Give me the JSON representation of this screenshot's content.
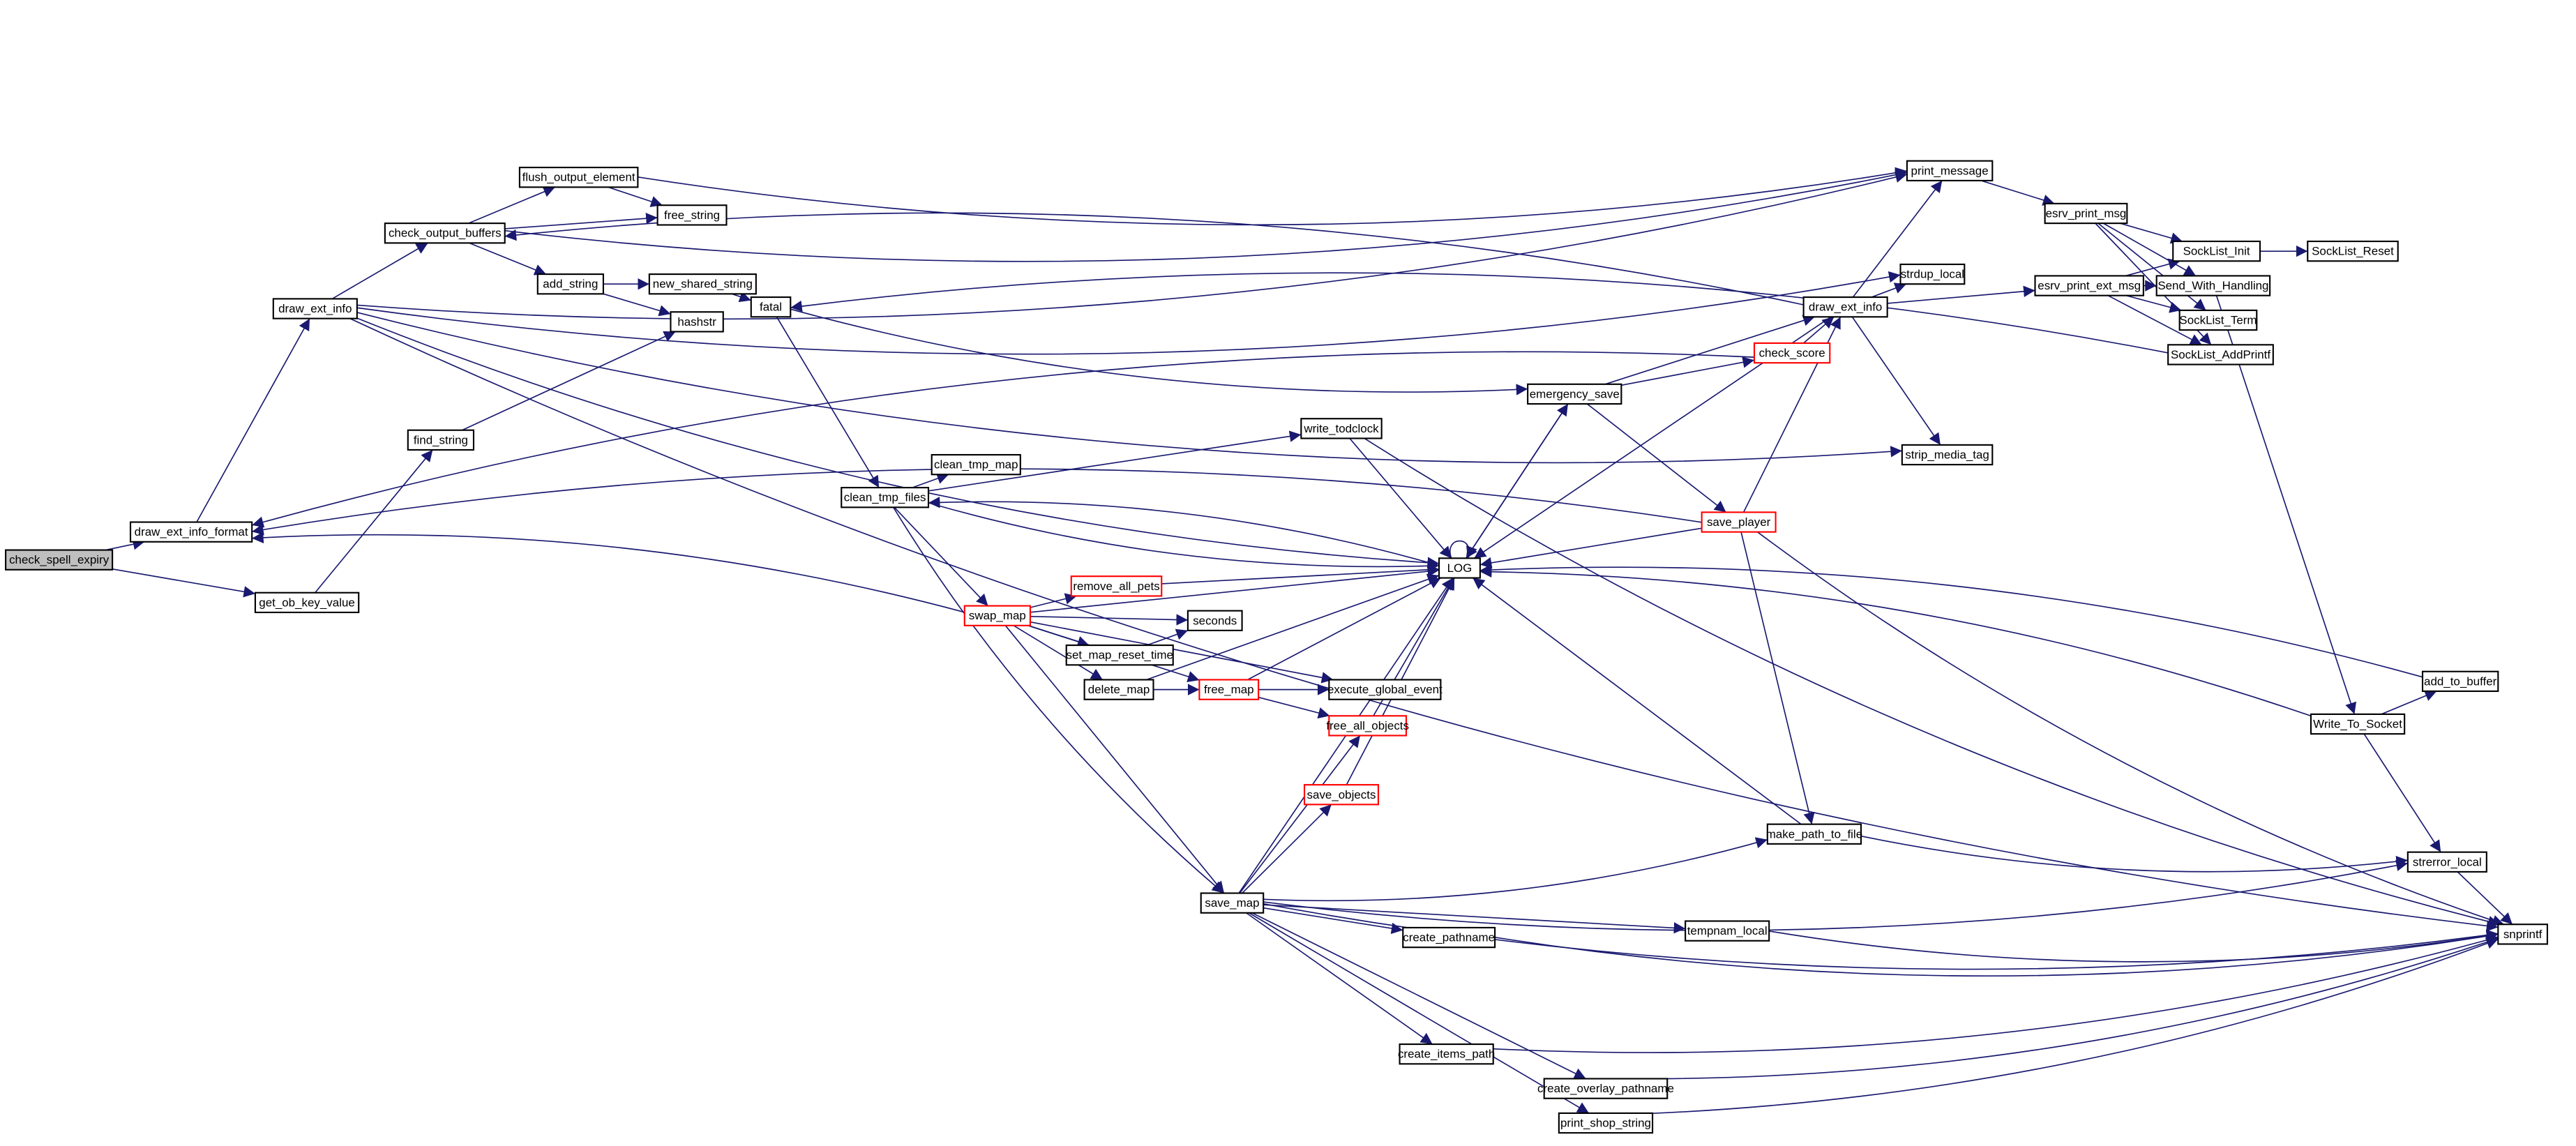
{
  "colors": {
    "edge": "#191970",
    "root_fill": "#bfbfbf",
    "red_border": "#ff0000",
    "normal_border": "#000000"
  },
  "nodes": [
    {
      "id": "check_spell_expiry",
      "label": "check_spell_expiry",
      "style": "root"
    },
    {
      "id": "draw_ext_info_format",
      "label": "draw_ext_info_format",
      "style": "normal"
    },
    {
      "id": "get_ob_key_value",
      "label": "get_ob_key_value",
      "style": "normal"
    },
    {
      "id": "draw_ext_info",
      "label": "draw_ext_info",
      "style": "normal"
    },
    {
      "id": "find_string",
      "label": "find_string",
      "style": "normal"
    },
    {
      "id": "check_output_buffers",
      "label": "check_output_buffers",
      "style": "normal"
    },
    {
      "id": "flush_output_element",
      "label": "flush_output_element",
      "style": "normal"
    },
    {
      "id": "free_string",
      "label": "free_string",
      "style": "normal"
    },
    {
      "id": "add_string",
      "label": "add_string",
      "style": "normal"
    },
    {
      "id": "new_shared_string",
      "label": "new_shared_string",
      "style": "normal"
    },
    {
      "id": "hashstr",
      "label": "hashstr",
      "style": "normal"
    },
    {
      "id": "fatal",
      "label": "fatal",
      "style": "normal"
    },
    {
      "id": "clean_tmp_files",
      "label": "clean_tmp_files",
      "style": "normal"
    },
    {
      "id": "clean_tmp_map",
      "label": "clean_tmp_map",
      "style": "normal"
    },
    {
      "id": "write_todclock",
      "label": "write_todclock",
      "style": "normal"
    },
    {
      "id": "swap_map",
      "label": "swap_map",
      "style": "red"
    },
    {
      "id": "remove_all_pets",
      "label": "remove_all_pets",
      "style": "red"
    },
    {
      "id": "seconds",
      "label": "seconds",
      "style": "normal"
    },
    {
      "id": "set_map_reset_time",
      "label": "set_map_reset_time",
      "style": "normal"
    },
    {
      "id": "delete_map",
      "label": "delete_map",
      "style": "normal"
    },
    {
      "id": "free_map",
      "label": "free_map",
      "style": "red"
    },
    {
      "id": "execute_global_event",
      "label": "execute_global_event",
      "style": "normal"
    },
    {
      "id": "free_all_objects",
      "label": "free_all_objects",
      "style": "red"
    },
    {
      "id": "save_objects",
      "label": "save_objects",
      "style": "red"
    },
    {
      "id": "save_map",
      "label": "save_map",
      "style": "normal"
    },
    {
      "id": "LOG",
      "label": "LOG",
      "style": "normal"
    },
    {
      "id": "emergency_save",
      "label": "emergency_save",
      "style": "normal"
    },
    {
      "id": "check_score",
      "label": "check_score",
      "style": "red"
    },
    {
      "id": "save_player",
      "label": "save_player",
      "style": "red"
    },
    {
      "id": "draw_ext_info_2",
      "label": "draw_ext_info",
      "style": "normal"
    },
    {
      "id": "strdup_local",
      "label": "strdup_local",
      "style": "normal"
    },
    {
      "id": "strip_media_tag",
      "label": "strip_media_tag",
      "style": "normal"
    },
    {
      "id": "print_message",
      "label": "print_message",
      "style": "normal"
    },
    {
      "id": "esrv_print_msg",
      "label": "esrv_print_msg",
      "style": "normal"
    },
    {
      "id": "esrv_print_ext_msg",
      "label": "esrv_print_ext_msg",
      "style": "normal"
    },
    {
      "id": "SockList_Init",
      "label": "SockList_Init",
      "style": "normal"
    },
    {
      "id": "SockList_Reset",
      "label": "SockList_Reset",
      "style": "normal"
    },
    {
      "id": "Send_With_Handling",
      "label": "Send_With_Handling",
      "style": "normal"
    },
    {
      "id": "SockList_Term",
      "label": "SockList_Term",
      "style": "normal"
    },
    {
      "id": "SockList_AddPrintf",
      "label": "SockList_AddPrintf",
      "style": "normal"
    },
    {
      "id": "add_to_buffer",
      "label": "add_to_buffer",
      "style": "normal"
    },
    {
      "id": "Write_To_Socket",
      "label": "Write_To_Socket",
      "style": "normal"
    },
    {
      "id": "strerror_local",
      "label": "strerror_local",
      "style": "normal"
    },
    {
      "id": "snprintf",
      "label": "snprintf",
      "style": "normal"
    },
    {
      "id": "make_path_to_file",
      "label": "make_path_to_file",
      "style": "normal"
    },
    {
      "id": "create_pathname",
      "label": "create_pathname",
      "style": "normal"
    },
    {
      "id": "tempnam_local",
      "label": "tempnam_local",
      "style": "normal"
    },
    {
      "id": "create_items_path",
      "label": "create_items_path",
      "style": "normal"
    },
    {
      "id": "create_overlay_pathname",
      "label": "create_overlay_pathname",
      "style": "normal"
    },
    {
      "id": "print_shop_string",
      "label": "print_shop_string",
      "style": "normal"
    }
  ],
  "edges": [
    [
      "check_spell_expiry",
      "draw_ext_info_format"
    ],
    [
      "check_spell_expiry",
      "get_ob_key_value"
    ],
    [
      "draw_ext_info_format",
      "draw_ext_info"
    ],
    [
      "get_ob_key_value",
      "find_string"
    ],
    [
      "find_string",
      "hashstr"
    ],
    [
      "draw_ext_info",
      "check_output_buffers"
    ],
    [
      "draw_ext_info",
      "print_message"
    ],
    [
      "draw_ext_info",
      "snprintf"
    ],
    [
      "draw_ext_info",
      "strdup_local"
    ],
    [
      "draw_ext_info",
      "LOG"
    ],
    [
      "draw_ext_info",
      "strip_media_tag"
    ],
    [
      "check_output_buffers",
      "flush_output_element"
    ],
    [
      "check_output_buffers",
      "free_string"
    ],
    [
      "check_output_buffers",
      "add_string"
    ],
    [
      "check_output_buffers",
      "print_message"
    ],
    [
      "flush_output_element",
      "free_string"
    ],
    [
      "flush_output_element",
      "print_message"
    ],
    [
      "add_string",
      "new_shared_string"
    ],
    [
      "add_string",
      "hashstr"
    ],
    [
      "new_shared_string",
      "fatal"
    ],
    [
      "fatal",
      "clean_tmp_files"
    ],
    [
      "fatal",
      "emergency_save"
    ],
    [
      "clean_tmp_files",
      "clean_tmp_map"
    ],
    [
      "clean_tmp_files",
      "write_todclock"
    ],
    [
      "clean_tmp_files",
      "LOG"
    ],
    [
      "clean_tmp_files",
      "swap_map"
    ],
    [
      "clean_tmp_files",
      "save_map"
    ],
    [
      "LOG",
      "clean_tmp_files"
    ],
    [
      "swap_map",
      "draw_ext_info_format"
    ],
    [
      "swap_map",
      "LOG"
    ],
    [
      "swap_map",
      "remove_all_pets"
    ],
    [
      "swap_map",
      "seconds"
    ],
    [
      "swap_map",
      "set_map_reset_time"
    ],
    [
      "swap_map",
      "delete_map"
    ],
    [
      "swap_map",
      "free_map"
    ],
    [
      "swap_map",
      "execute_global_event"
    ],
    [
      "swap_map",
      "save_map"
    ],
    [
      "set_map_reset_time",
      "seconds"
    ],
    [
      "remove_all_pets",
      "LOG"
    ],
    [
      "delete_map",
      "free_map"
    ],
    [
      "delete_map",
      "LOG"
    ],
    [
      "free_map",
      "execute_global_event"
    ],
    [
      "free_map",
      "free_all_objects"
    ],
    [
      "free_map",
      "LOG"
    ],
    [
      "free_all_objects",
      "LOG"
    ],
    [
      "save_objects",
      "LOG"
    ],
    [
      "save_map",
      "free_all_objects"
    ],
    [
      "save_map",
      "save_objects"
    ],
    [
      "save_map",
      "LOG"
    ],
    [
      "save_map",
      "make_path_to_file"
    ],
    [
      "save_map",
      "strerror_local"
    ],
    [
      "save_map",
      "create_pathname"
    ],
    [
      "save_map",
      "tempnam_local"
    ],
    [
      "save_map",
      "snprintf"
    ],
    [
      "save_map",
      "create_items_path"
    ],
    [
      "save_map",
      "create_overlay_pathname"
    ],
    [
      "save_map",
      "print_shop_string"
    ],
    [
      "write_todclock",
      "LOG"
    ],
    [
      "write_todclock",
      "snprintf"
    ],
    [
      "LOG",
      "LOG"
    ],
    [
      "LOG",
      "emergency_save"
    ],
    [
      "emergency_save",
      "LOG"
    ],
    [
      "emergency_save",
      "check_score"
    ],
    [
      "emergency_save",
      "draw_ext_info_2"
    ],
    [
      "emergency_save",
      "save_player"
    ],
    [
      "check_score",
      "draw_ext_info_2"
    ],
    [
      "check_score",
      "draw_ext_info_format"
    ],
    [
      "save_player",
      "LOG"
    ],
    [
      "save_player",
      "draw_ext_info_2"
    ],
    [
      "save_player",
      "make_path_to_file"
    ],
    [
      "save_player",
      "snprintf"
    ],
    [
      "save_player",
      "draw_ext_info_format"
    ],
    [
      "draw_ext_info_2",
      "print_message"
    ],
    [
      "draw_ext_info_2",
      "strdup_local"
    ],
    [
      "draw_ext_info_2",
      "strip_media_tag"
    ],
    [
      "draw_ext_info_2",
      "LOG"
    ],
    [
      "draw_ext_info_2",
      "esrv_print_ext_msg"
    ],
    [
      "draw_ext_info_2",
      "check_output_buffers"
    ],
    [
      "print_message",
      "esrv_print_msg"
    ],
    [
      "esrv_print_msg",
      "SockList_Init"
    ],
    [
      "esrv_print_msg",
      "Send_With_Handling"
    ],
    [
      "esrv_print_msg",
      "SockList_Term"
    ],
    [
      "esrv_print_msg",
      "SockList_AddPrintf"
    ],
    [
      "esrv_print_ext_msg",
      "SockList_Init"
    ],
    [
      "esrv_print_ext_msg",
      "Send_With_Handling"
    ],
    [
      "esrv_print_ext_msg",
      "SockList_Term"
    ],
    [
      "esrv_print_ext_msg",
      "SockList_AddPrintf"
    ],
    [
      "SockList_AddPrintf",
      "fatal"
    ],
    [
      "SockList_Init",
      "SockList_Reset"
    ],
    [
      "Send_With_Handling",
      "Write_To_Socket"
    ],
    [
      "Write_To_Socket",
      "add_to_buffer"
    ],
    [
      "Write_To_Socket",
      "LOG"
    ],
    [
      "Write_To_Socket",
      "strerror_local"
    ],
    [
      "add_to_buffer",
      "LOG"
    ],
    [
      "make_path_to_file",
      "LOG"
    ],
    [
      "make_path_to_file",
      "strerror_local"
    ],
    [
      "strerror_local",
      "snprintf"
    ],
    [
      "create_pathname",
      "snprintf"
    ],
    [
      "tempnam_local",
      "snprintf"
    ],
    [
      "create_items_path",
      "snprintf"
    ],
    [
      "create_overlay_pathname",
      "snprintf"
    ],
    [
      "print_shop_string",
      "snprintf"
    ]
  ]
}
